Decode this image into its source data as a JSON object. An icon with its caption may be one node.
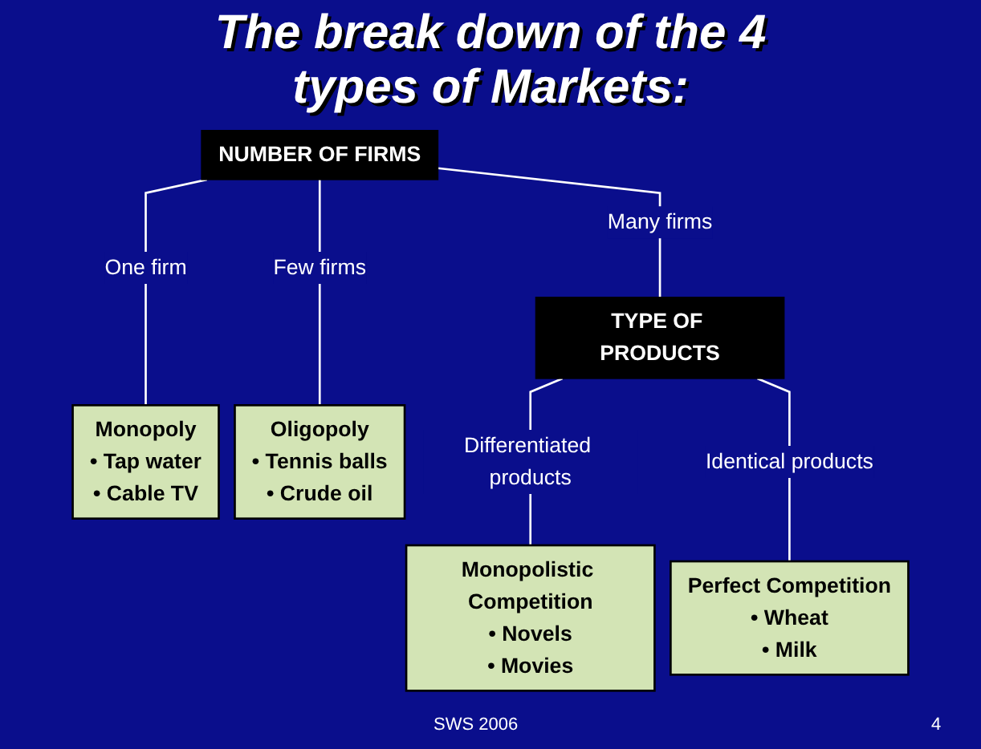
{
  "diagram": {
    "title": "The break down of the 4 types of Markets:",
    "nodes": [
      {
        "text": [
          "NUMBER OF FIRMS"
        ]
      },
      {
        "text": [
          "TYPE OF PRODUCTS"
        ]
      },
      {
        "text": [
          "Monopoly",
          "• Tap water",
          "• Cable TV"
        ]
      },
      {
        "text": [
          "Oligopoly",
          "• Tennis balls",
          "• Crude oil"
        ]
      },
      {
        "text": [
          "Monopolistic Competition",
          "• Novels",
          "• Movies"
        ]
      },
      {
        "text": [
          "Perfect Competition",
          "• Wheat",
          "• Milk"
        ]
      }
    ],
    "edges": [
      {
        "from": 0,
        "to": 2,
        "arrow": "none",
        "label": "One firm"
      },
      {
        "from": 0,
        "to": 3,
        "arrow": "none",
        "label": "Few firms"
      },
      {
        "from": 0,
        "to": 1,
        "arrow": "none",
        "label": "Many firms"
      },
      {
        "from": 1,
        "to": 4,
        "arrow": "none",
        "label": "Differentiated products"
      },
      {
        "from": 1,
        "to": 5,
        "arrow": "none",
        "label": "Identical products"
      }
    ],
    "labels": [
      "SWS 2006",
      "4"
    ]
  }
}
